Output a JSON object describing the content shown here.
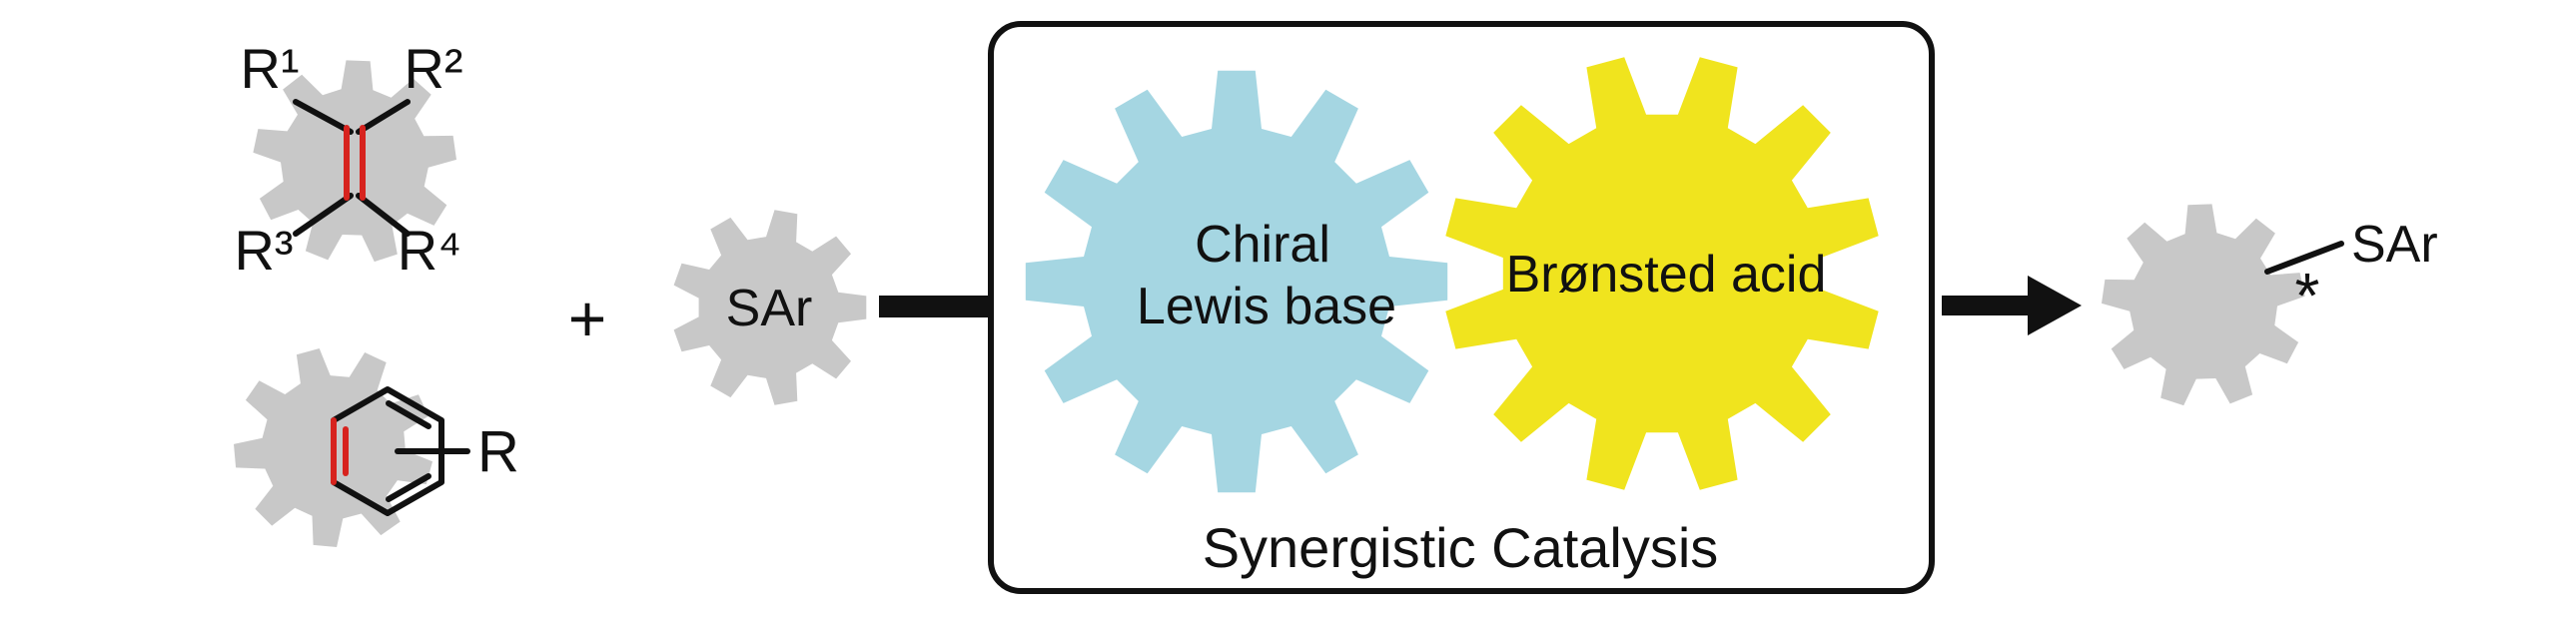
{
  "scheme": {
    "alkene": {
      "r1": "R¹",
      "r2": "R²",
      "r3": "R³",
      "r4": "R⁴"
    },
    "arene": {
      "substituent_label": "R"
    },
    "plus_sign": "+",
    "sulfenylating_agent_label": "SAr",
    "catalysis_box": {
      "lewis_base_label_line1": "Chiral",
      "lewis_base_label_line2": "Lewis base",
      "bronsted_acid_label": "Brønsted acid",
      "caption": "Synergistic Catalysis"
    },
    "product": {
      "stereocenter_marker": "*",
      "sar_label": "SAr"
    }
  },
  "colors": {
    "gear_gray": "#c8c8c8",
    "lewis_base_blue": "#a5d6e2",
    "bronsted_acid_yellow": "#f0e41e",
    "double_bond_red": "#d7231e",
    "sar_blue": "#3b4ea1",
    "ink": "#111111"
  }
}
